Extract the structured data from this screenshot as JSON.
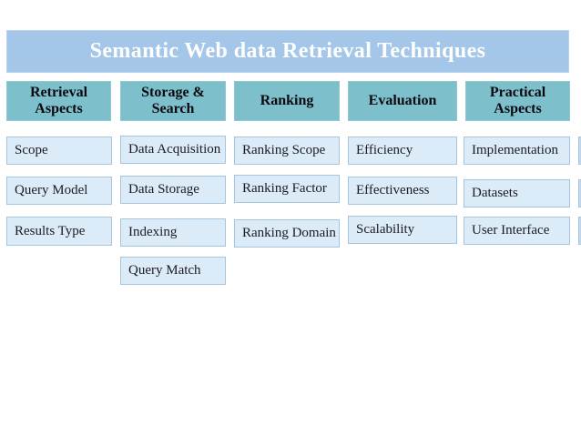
{
  "slide": {
    "title": "Semantic Web data Retrieval Techniques"
  },
  "columns": [
    {
      "header": "Retrieval Aspects",
      "items": [
        "Scope",
        "Query Model",
        "Results Type"
      ]
    },
    {
      "header": "Storage & Search",
      "items": [
        "Data Acquisition",
        "Data Storage",
        "Indexing",
        "Query Match"
      ]
    },
    {
      "header": "Ranking",
      "items": [
        "Ranking Scope",
        "Ranking Factor",
        "Ranking Domain"
      ]
    },
    {
      "header": "Evaluation",
      "items": [
        "Efficiency",
        "Effectiveness",
        "Scalability"
      ]
    },
    {
      "header": "Practical Aspects",
      "items": [
        "Implementation",
        "Datasets",
        "User Interface"
      ]
    }
  ],
  "colors": {
    "title_bar_bg": "#a4c6e8",
    "header_box_bg": "#7dbfca",
    "item_box_bg": "#dcebf8",
    "item_box_border": "#a6c4de",
    "title_text": "#ffffff",
    "header_text": "#0a0a10",
    "item_text": "#1b1b26"
  }
}
